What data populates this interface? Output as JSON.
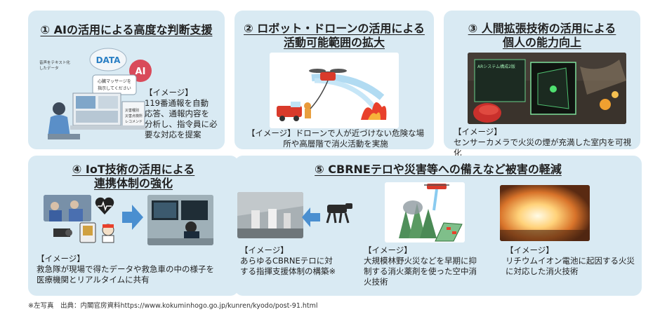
{
  "panels": {
    "p1": {
      "title": "① AIの活用による高度な判断支援",
      "desc_lines": [
        "【イメージ】",
        "119番通報を自動",
        "応答、通報内容を",
        "分析し、指令員に必",
        "要な対応を提案"
      ],
      "img_labels": {
        "data": "DATA",
        "ai": "AI",
        "voice": "音声をテキスト化したデータ",
        "msg": "心臓マッサージを指示してください",
        "recommend": "災害種別 災害点検所 レコメンド"
      }
    },
    "p2": {
      "title_lines": [
        "② ロボット・ドローンの活用による",
        "活動可能範囲の拡大"
      ],
      "desc_lines": [
        "【イメージ】ドローンで人が近づけない危険な場",
        "所や高層階で消火活動を実施"
      ]
    },
    "p3": {
      "title_lines": [
        "③ 人間拡張技術の活用による",
        "個人の能力向上"
      ],
      "desc_lines": [
        "【イメージ】",
        "センサーカメラで火災の煙が充満した室内を可視化"
      ],
      "img_labels": {
        "hud": "ARシステム構成2版"
      }
    },
    "p4": {
      "title_lines": [
        "④ IoT技術の活用による",
        "連携体制の強化"
      ],
      "desc_lines": [
        "【イメージ】",
        "救急隊が現場で得たデータや救急車の中の様子を",
        "医療機関とリアルタイムに共有"
      ]
    },
    "p5": {
      "title": "⑤ CBRNEテロや災害等への備えなど被害の軽減",
      "desc_a_lines": [
        "【イメージ】",
        "あらゆるCBRNEテロに対",
        "する指揮支援体制の構築※"
      ],
      "desc_b_lines": [
        "【イメージ】",
        "大規模林野火災などを早期に抑",
        "制する消火薬剤を使った空中消",
        "火技術"
      ],
      "desc_c_lines": [
        "【イメージ】",
        "リチウムイオン電池に起因する火災",
        "に対応した消火技術"
      ]
    }
  },
  "footer": "※左写真　出典：内閣官房資料https://www.kokuminhogo.go.jp/kunren/kyodo/post-91.html",
  "colors": {
    "panel_bg": "#d9eaf3",
    "arrow": "#4a8fd0",
    "fire": "#e8402b",
    "ai_badge": "#d94a5a"
  }
}
